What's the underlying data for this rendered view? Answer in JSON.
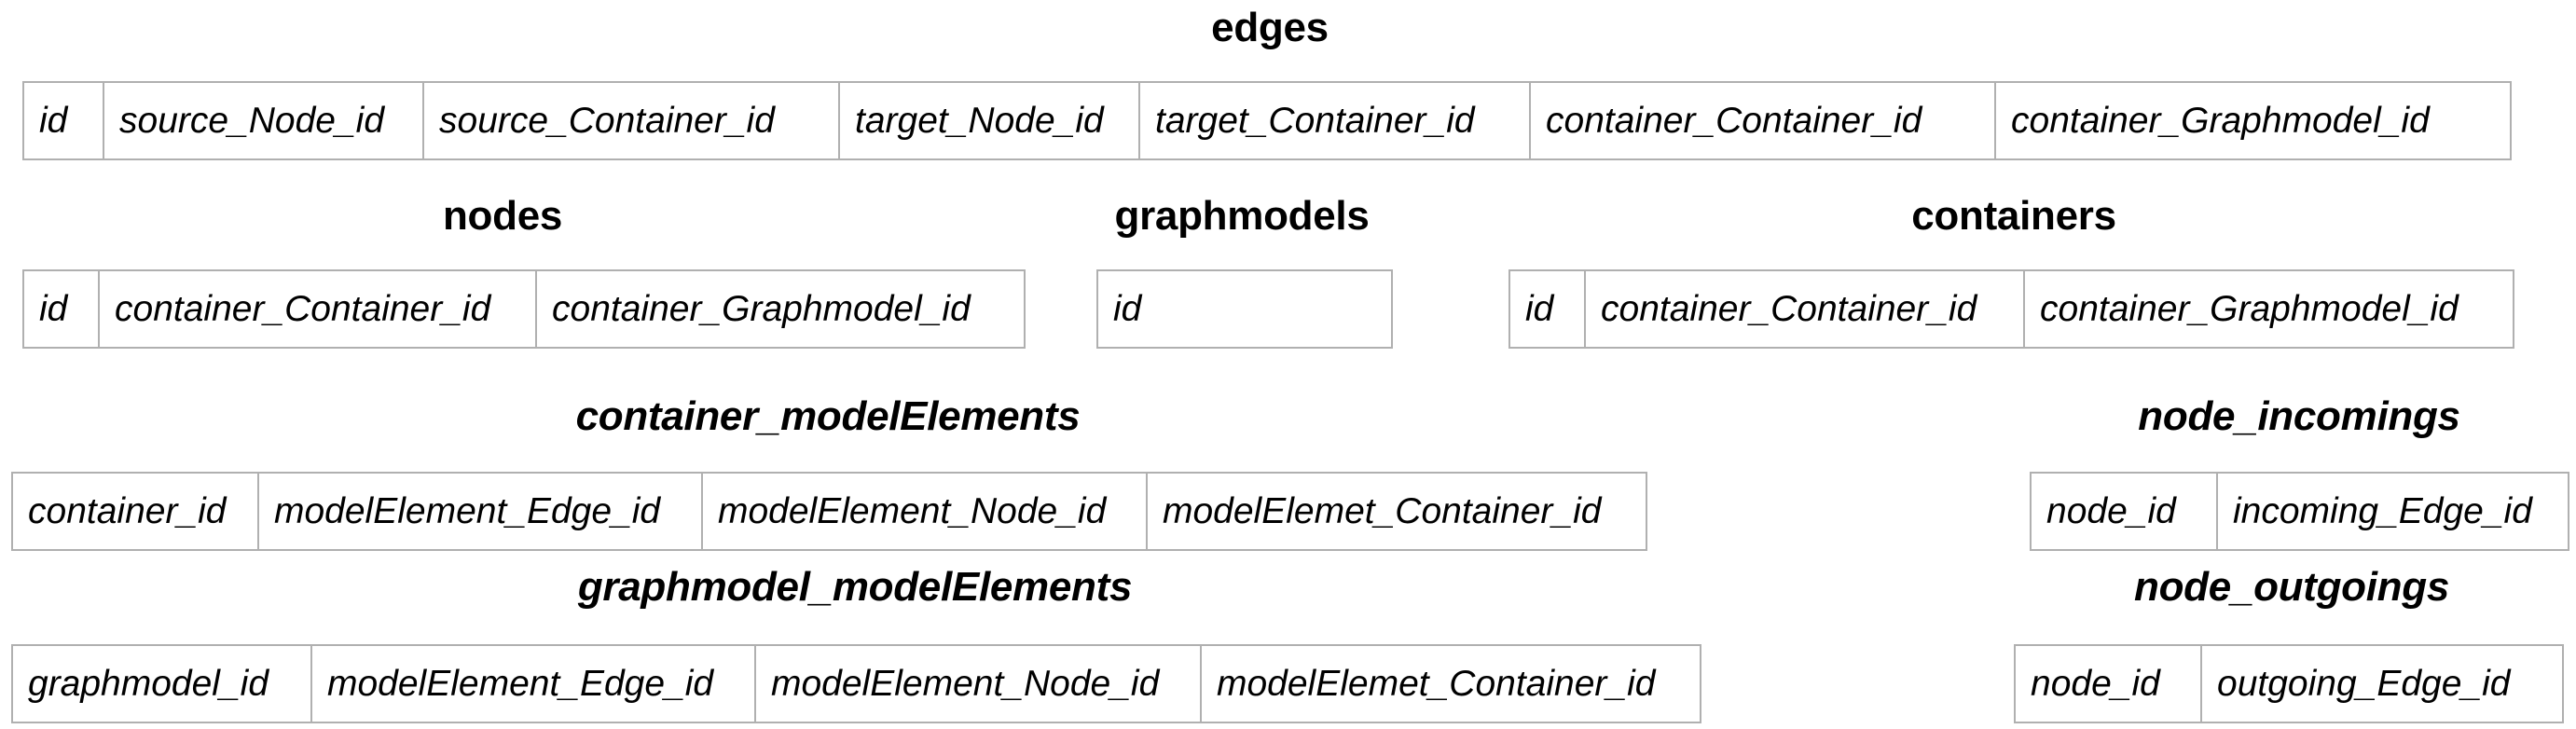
{
  "tables": {
    "edges": {
      "title": "edges",
      "columns": [
        "id",
        "source_Node_id",
        "source_Container_id",
        "target_Node_id",
        "target_Container_id",
        "container_Container_id",
        "container_Graphmodel_id"
      ]
    },
    "nodes": {
      "title": "nodes",
      "columns": [
        "id",
        "container_Container_id",
        "container_Graphmodel_id"
      ]
    },
    "graphmodels": {
      "title": "graphmodels",
      "columns": [
        "id"
      ]
    },
    "containers": {
      "title": "containers",
      "columns": [
        "id",
        "container_Container_id",
        "container_Graphmodel_id"
      ]
    },
    "container_modelElements": {
      "title": "container_modelElements",
      "columns": [
        "container_id",
        "modelElement_Edge_id",
        "modelElement_Node_id",
        "modelElemet_Container_id"
      ]
    },
    "node_incomings": {
      "title": "node_incomings",
      "columns": [
        "node_id",
        "incoming_Edge_id"
      ]
    },
    "graphmodel_modelElements": {
      "title": "graphmodel_modelElements",
      "columns": [
        "graphmodel_id",
        "modelElement_Edge_id",
        "modelElement_Node_id",
        "modelElemet_Container_id"
      ]
    },
    "node_outgoings": {
      "title": "node_outgoings",
      "columns": [
        "node_id",
        "outgoing_Edge_id"
      ]
    }
  }
}
